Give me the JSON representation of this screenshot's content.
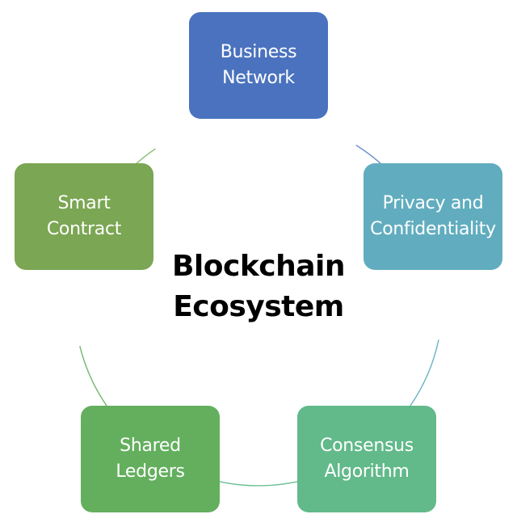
{
  "center_title": "Blockchain\nEcosystem",
  "nodes": [
    {
      "id": "business",
      "label": "Business\nNetwork",
      "color": "#4A72BE"
    },
    {
      "id": "privacy",
      "label": "Privacy and\nConfidentiality",
      "color": "#61ADBF"
    },
    {
      "id": "consensus",
      "label": "Consensus\nAlgorithm",
      "color": "#62B98A"
    },
    {
      "id": "ledgers",
      "label": "Shared\nLedgers",
      "color": "#63AF5E"
    },
    {
      "id": "smart",
      "label": "Smart\nContract",
      "color": "#7BA653"
    }
  ],
  "colors": {
    "connector_arcs": [
      "#6D8FCF",
      "#66B3C3",
      "#6BC093",
      "#72B86C",
      "#8FBF7A"
    ]
  }
}
